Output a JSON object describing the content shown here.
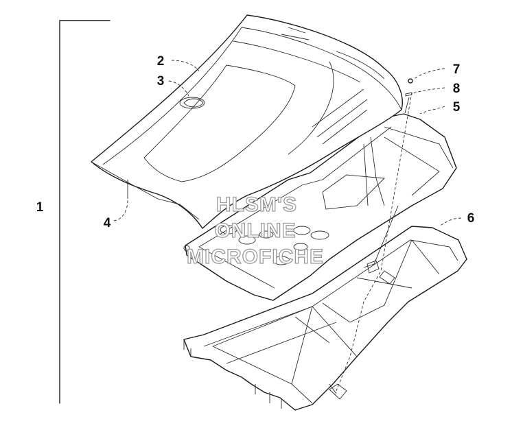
{
  "diagram": {
    "callouts": [
      {
        "id": "1",
        "label": "1"
      },
      {
        "id": "2",
        "label": "2"
      },
      {
        "id": "3",
        "label": "3"
      },
      {
        "id": "4",
        "label": "4"
      },
      {
        "id": "5",
        "label": "5"
      },
      {
        "id": "6",
        "label": "6"
      },
      {
        "id": "7",
        "label": "7"
      },
      {
        "id": "8",
        "label": "8"
      }
    ],
    "watermark": [
      "HLSM'S",
      "ONLINE",
      "MICROFICHE"
    ]
  }
}
